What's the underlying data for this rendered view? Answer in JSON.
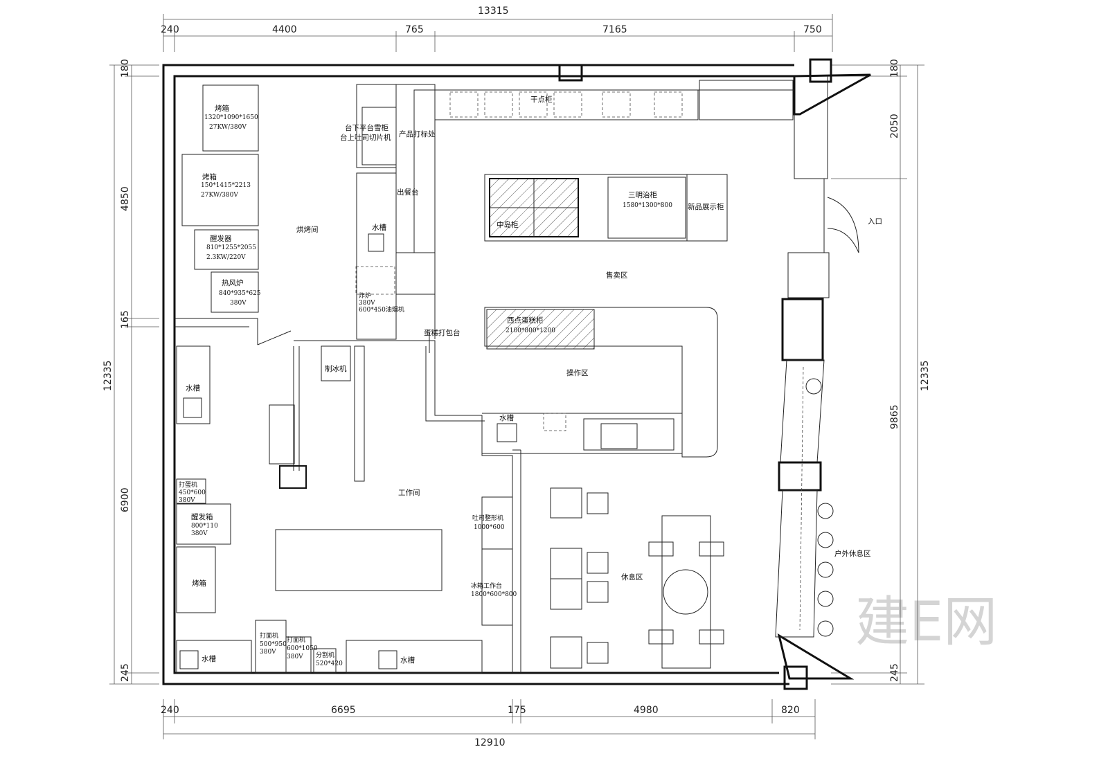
{
  "dimensions": {
    "top_total": "13315",
    "top": [
      "240",
      "4400",
      "765",
      "7165",
      "750"
    ],
    "bottom_total": "12910",
    "bottom": [
      "240",
      "6695",
      "175",
      "4980",
      "820"
    ],
    "left_total": "12335",
    "left": [
      "180",
      "4850",
      "165",
      "6900",
      "245"
    ],
    "right_total": "12335",
    "right": [
      "180",
      "2050",
      "9865",
      "245"
    ]
  },
  "rooms": {
    "baking": "烘烤间",
    "work": "工作间",
    "sales": "售卖区",
    "operation": "操作区",
    "rest": "休息区",
    "outdoor": "户外休息区",
    "entrance": "入口"
  },
  "equipment": {
    "oven1": {
      "name": "烤箱",
      "size": "1320*1090*1650",
      "power": "27KW/380V"
    },
    "oven2": {
      "name": "烤箱",
      "size": "150*1415*2213",
      "power": "27KW/380V"
    },
    "proofer1": {
      "name": "醒发器",
      "size": "810*1255*2055",
      "power": "2.3KW/220V"
    },
    "hot_air": {
      "name": "热风炉",
      "size": "840*935*625",
      "power": "380V"
    },
    "freezer_line1": "台下平台雪柜",
    "freezer_line2": "台上吐司切片机",
    "labeling": "产品打标处",
    "serving": "出餐台",
    "sink": "水槽",
    "fryer": {
      "name": "炸炉",
      "power": "380V",
      "hood": "600*450油烟机"
    },
    "cake_pack": "蛋糕打包台",
    "ice_machine": "制冰机",
    "dry_cabinet": "干点柜",
    "island": "中岛柜",
    "sandwich": {
      "name": "三明治柜",
      "size": "1580*1300*800"
    },
    "new_display": "新品展示柜",
    "cake_cabinet": {
      "name": "西点蛋糕柜",
      "size": "2100*800*1200"
    },
    "egg_beater": {
      "name": "打蛋机",
      "size": "450*600",
      "power": "380V"
    },
    "proofer2": {
      "name": "醒发箱",
      "size": "800*110",
      "power": "380V"
    },
    "oven3": "烤箱",
    "mixer1": {
      "name": "打面机",
      "size": "500*950",
      "power": "380V"
    },
    "mixer2": {
      "name": "打面机",
      "size": "600*1050",
      "power": "380V"
    },
    "divider": {
      "name": "分割机",
      "size": "520*420"
    },
    "toast_shaper": {
      "name": "吐司整形机",
      "size": "1000*600"
    },
    "fridge_bench": {
      "name": "冰箱工作台",
      "size": "1800*600*800"
    }
  },
  "watermark": "建E网"
}
